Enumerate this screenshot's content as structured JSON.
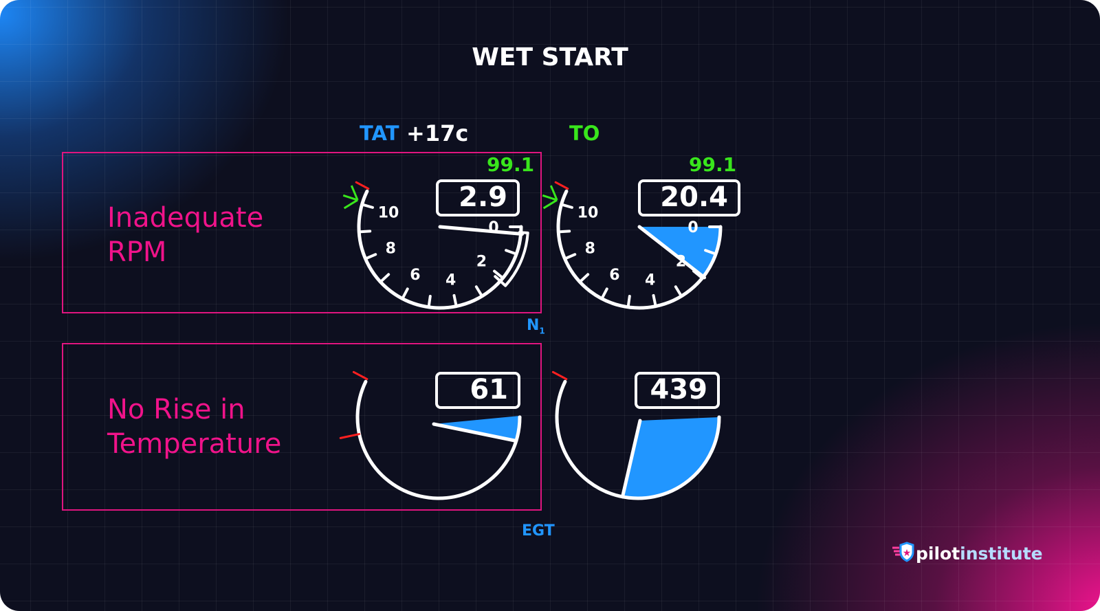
{
  "title": "WET START",
  "tat": {
    "label": "TAT",
    "value": "+17c"
  },
  "mode": "TO",
  "annotations": [
    {
      "line1": "Inadequate",
      "line2": "RPM"
    },
    {
      "line1": "No Rise in",
      "line2": "Temperature"
    }
  ],
  "n1": {
    "label": "N",
    "subscript": "1",
    "scale_labels": [
      "0",
      "2",
      "4",
      "6",
      "8",
      "10"
    ],
    "gauges": [
      {
        "limit": "99.1",
        "value": "2.9"
      },
      {
        "limit": "99.1",
        "value": "20.4"
      }
    ]
  },
  "egt": {
    "label": "EGT",
    "gauges": [
      {
        "value": "61"
      },
      {
        "value": "439"
      }
    ]
  },
  "logo": {
    "part1": "pilot",
    "part2": "institute"
  },
  "colors": {
    "fill": "#2196ff",
    "pink": "#f0138a",
    "limit_green": "#39e61c",
    "redline": "#ff2020"
  }
}
